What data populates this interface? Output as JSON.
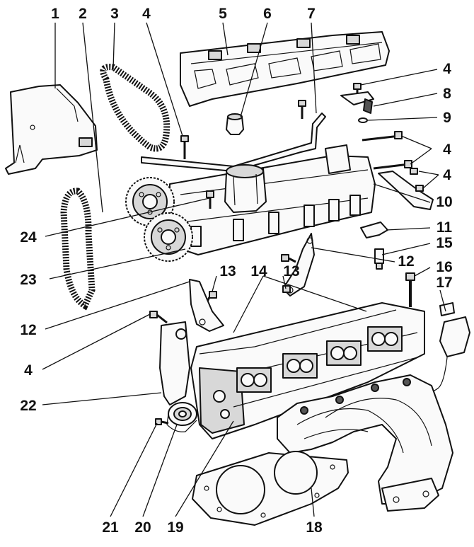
{
  "callouts": {
    "c1": "1",
    "c2": "2",
    "c3": "3",
    "c4a": "4",
    "c5": "5",
    "c6": "6",
    "c7": "7",
    "c4b": "4",
    "c8": "8",
    "c9": "9",
    "c4c": "4",
    "c4d": "4",
    "c10": "10",
    "c11": "11",
    "c15": "15",
    "c12a": "12",
    "c16": "16",
    "c17": "17",
    "c24": "24",
    "c23": "23",
    "c13a": "13",
    "c14": "14",
    "c13b": "13",
    "c12b": "12",
    "c4e": "4",
    "c22": "22",
    "c21": "21",
    "c20": "20",
    "c19": "19",
    "c18": "18"
  }
}
